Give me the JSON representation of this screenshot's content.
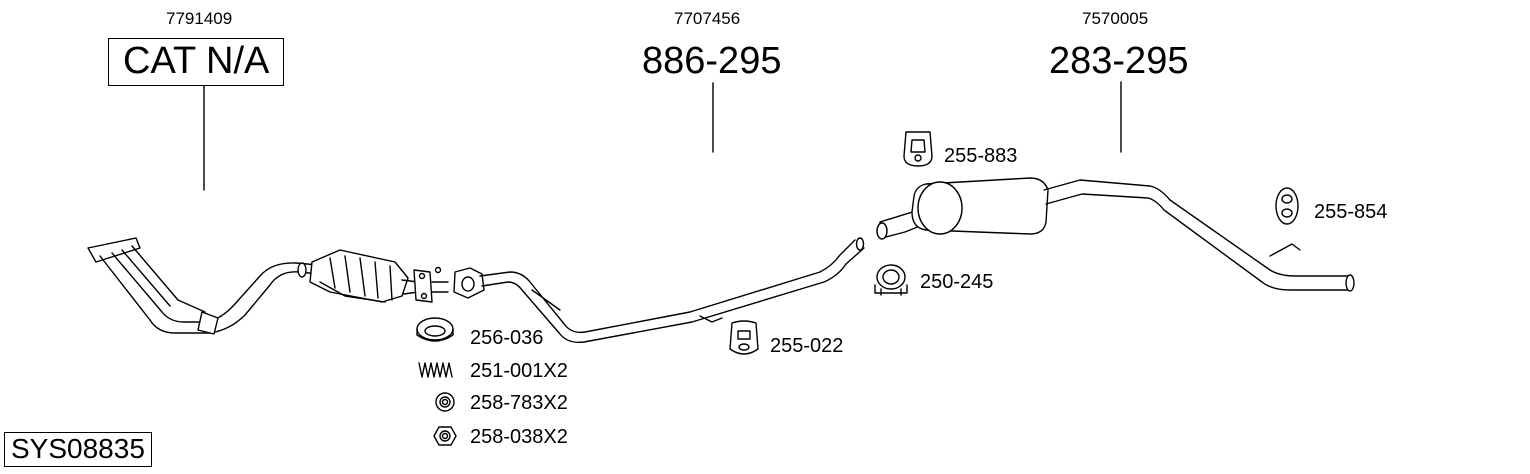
{
  "system_code": "SYS08835",
  "main_parts": [
    {
      "oe": "7791409",
      "code": "CAT N/A",
      "boxed": true
    },
    {
      "oe": "7707456",
      "code": "886-295",
      "boxed": false
    },
    {
      "oe": "7570005",
      "code": "283-295",
      "boxed": false
    }
  ],
  "accessories": [
    {
      "code": "255-883",
      "icon": "rubber-hanger-icon"
    },
    {
      "code": "255-854",
      "icon": "rubber-hanger-icon"
    },
    {
      "code": "250-245",
      "icon": "pipe-clamp-icon"
    },
    {
      "code": "255-022",
      "icon": "rubber-hanger-icon"
    },
    {
      "code": "256-036",
      "icon": "gasket-ring-icon"
    },
    {
      "code": "251-001X2",
      "icon": "spring-icon"
    },
    {
      "code": "258-783X2",
      "icon": "washer-icon"
    },
    {
      "code": "258-038X2",
      "icon": "flange-nut-icon"
    }
  ]
}
